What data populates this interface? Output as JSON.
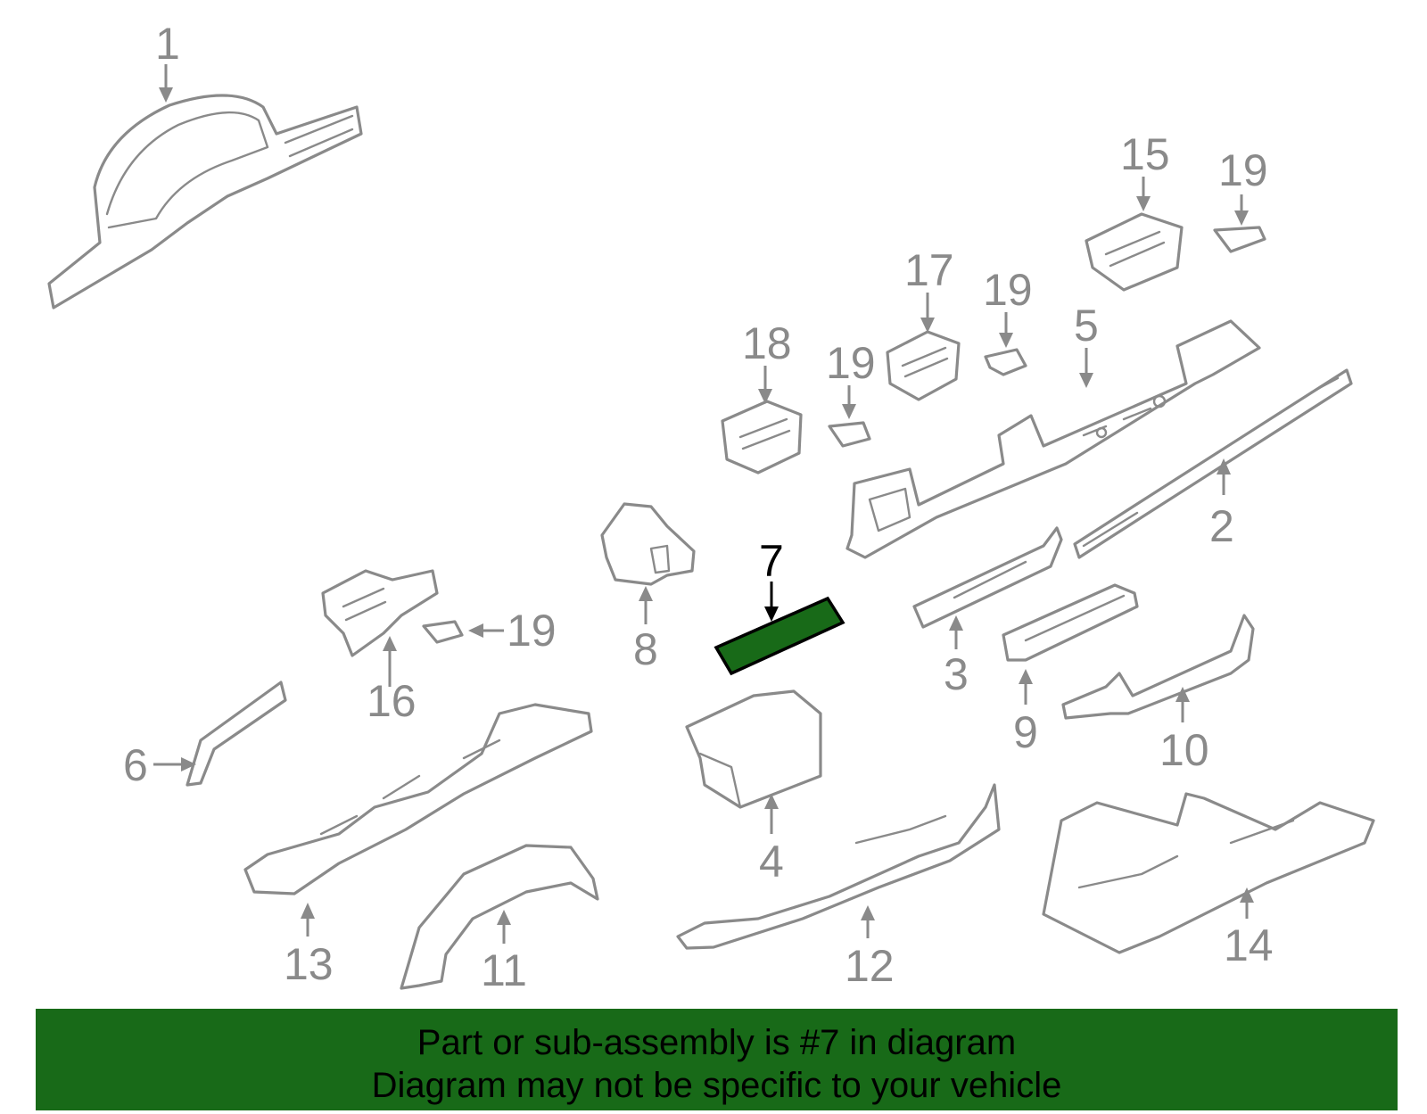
{
  "diagram": {
    "highlighted_part": "7",
    "callouts": [
      "1",
      "2",
      "3",
      "4",
      "5",
      "6",
      "7",
      "8",
      "9",
      "10",
      "11",
      "12",
      "13",
      "14",
      "15",
      "16",
      "17",
      "18",
      "19",
      "19",
      "19",
      "19"
    ]
  },
  "banner": {
    "line1": "Part or sub-assembly is #7 in diagram",
    "line2": "Diagram may not be specific to your vehicle",
    "background": "#186a18"
  }
}
